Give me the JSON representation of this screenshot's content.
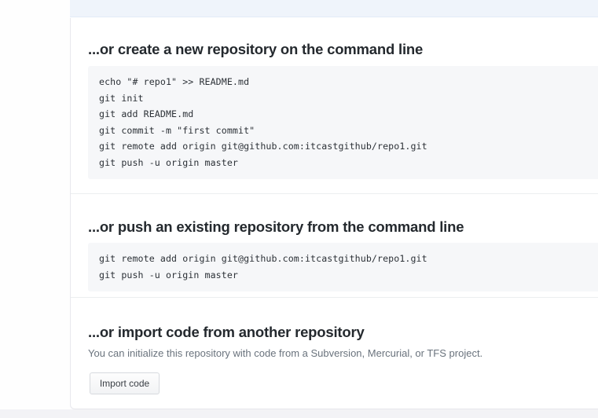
{
  "colors": {
    "banner": "#eff4fb",
    "panel_bg": "#ffffff",
    "code_bg": "#f6f7f9",
    "heading": "#24292e",
    "muted_text": "#6a737d",
    "divider": "#eceef0",
    "button_border": "#d7dade"
  },
  "sections": [
    {
      "heading": "...or create a new repository on the command line",
      "code_lines": [
        "echo \"# repo1\" >> README.md",
        "git init",
        "git add README.md",
        "git commit -m \"first commit\"",
        "git remote add origin git@github.com:itcastgithub/repo1.git",
        "git push -u origin master"
      ]
    },
    {
      "heading": "...or push an existing repository from the command line",
      "code_lines": [
        "git remote add origin git@github.com:itcastgithub/repo1.git",
        "git push -u origin master"
      ]
    },
    {
      "heading": "...or import code from another repository",
      "description": "You can initialize this repository with code from a Subversion, Mercurial, or TFS project.",
      "button_label": "Import code"
    }
  ]
}
